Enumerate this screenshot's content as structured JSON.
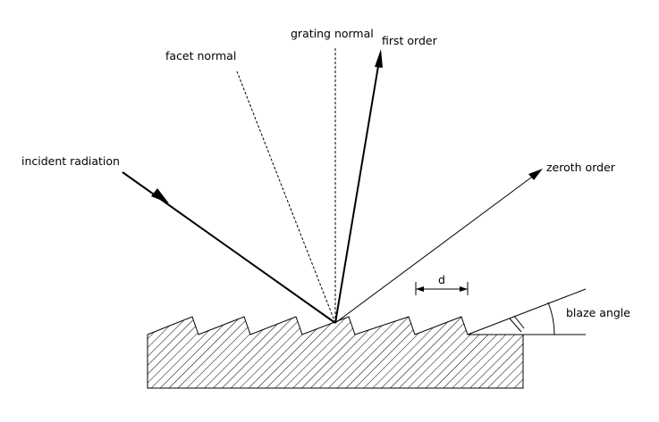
{
  "labels": {
    "incident": "incident radiation",
    "facet_normal": "facet normal",
    "grating_normal": "grating normal",
    "first_order": "first order",
    "zeroth_order": "zeroth order",
    "spacing": "d",
    "blaze_angle": "blaze angle"
  }
}
